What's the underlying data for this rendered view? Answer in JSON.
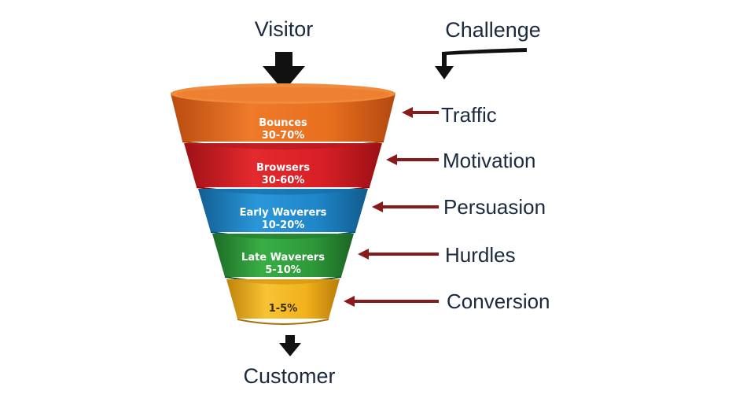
{
  "top_label": "Visitor",
  "bottom_label": "Customer",
  "challenge_label": "Challenge",
  "tiers": [
    {
      "name": "Bounces",
      "range": "30-70%",
      "challenge": "Traffic",
      "color": "#e46a1f"
    },
    {
      "name": "Browsers",
      "range": "30-60%",
      "challenge": "Motivation",
      "color": "#d81f26"
    },
    {
      "name": "Early Waverers",
      "range": "10-20%",
      "challenge": "Persuasion",
      "color": "#1f86c8"
    },
    {
      "name": "Late Waverers",
      "range": "5-10%",
      "challenge": "Hurdles",
      "color": "#2e9a3a"
    },
    {
      "name": "",
      "range": "1-5%",
      "challenge": "Conversion",
      "color": "#f1b21c"
    }
  ],
  "colors": {
    "arrow_dark": "#111111",
    "challenge_arrow": "#8b1a1a",
    "label_text": "#1b2a3f"
  }
}
